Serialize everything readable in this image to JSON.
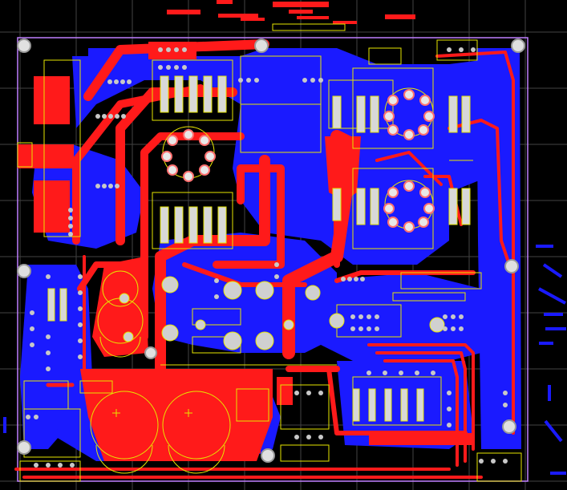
{
  "view": {
    "kind": "pcb-layout-editor",
    "layers": [
      {
        "name": "top-copper",
        "color": "#ff1a1a"
      },
      {
        "name": "bottom-copper",
        "color": "#1a1aff"
      },
      {
        "name": "silkscreen",
        "color": "#e6e600"
      },
      {
        "name": "pads-vias",
        "color": "#c0c0c0"
      },
      {
        "name": "board-outline",
        "color": "#c080ff"
      },
      {
        "name": "grid",
        "color": "#8a8a8a"
      }
    ],
    "background_color": "#000000",
    "texts": []
  }
}
